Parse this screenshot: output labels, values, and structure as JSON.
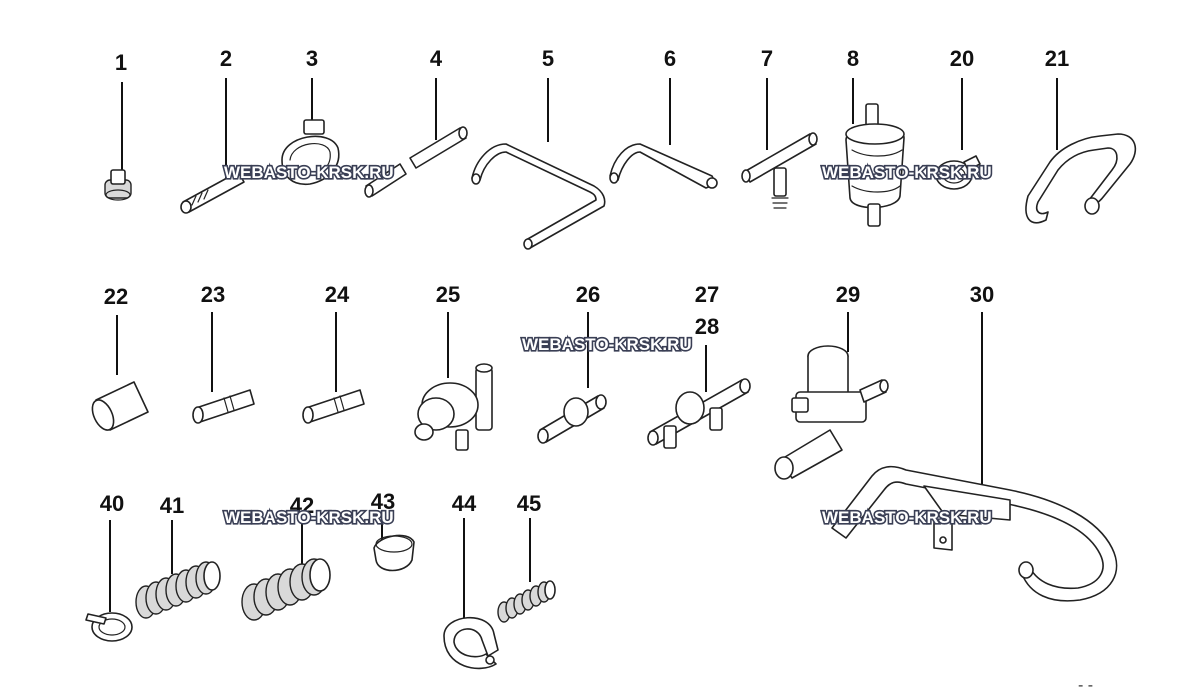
{
  "diagram": {
    "callouts": [
      "1",
      "2",
      "3",
      "4",
      "5",
      "6",
      "7",
      "8",
      "20",
      "21",
      "22",
      "23",
      "24",
      "25",
      "26",
      "27",
      "28",
      "29",
      "30",
      "40",
      "41",
      "42",
      "43",
      "44",
      "45"
    ],
    "watermark_text": "WEBASTO-KRSK.RU",
    "corner_text": "- -"
  },
  "colors": {
    "line": "#222222",
    "watermark_fill": "#ffffff",
    "watermark_outline": "#3a3f55",
    "background": "#ffffff"
  }
}
